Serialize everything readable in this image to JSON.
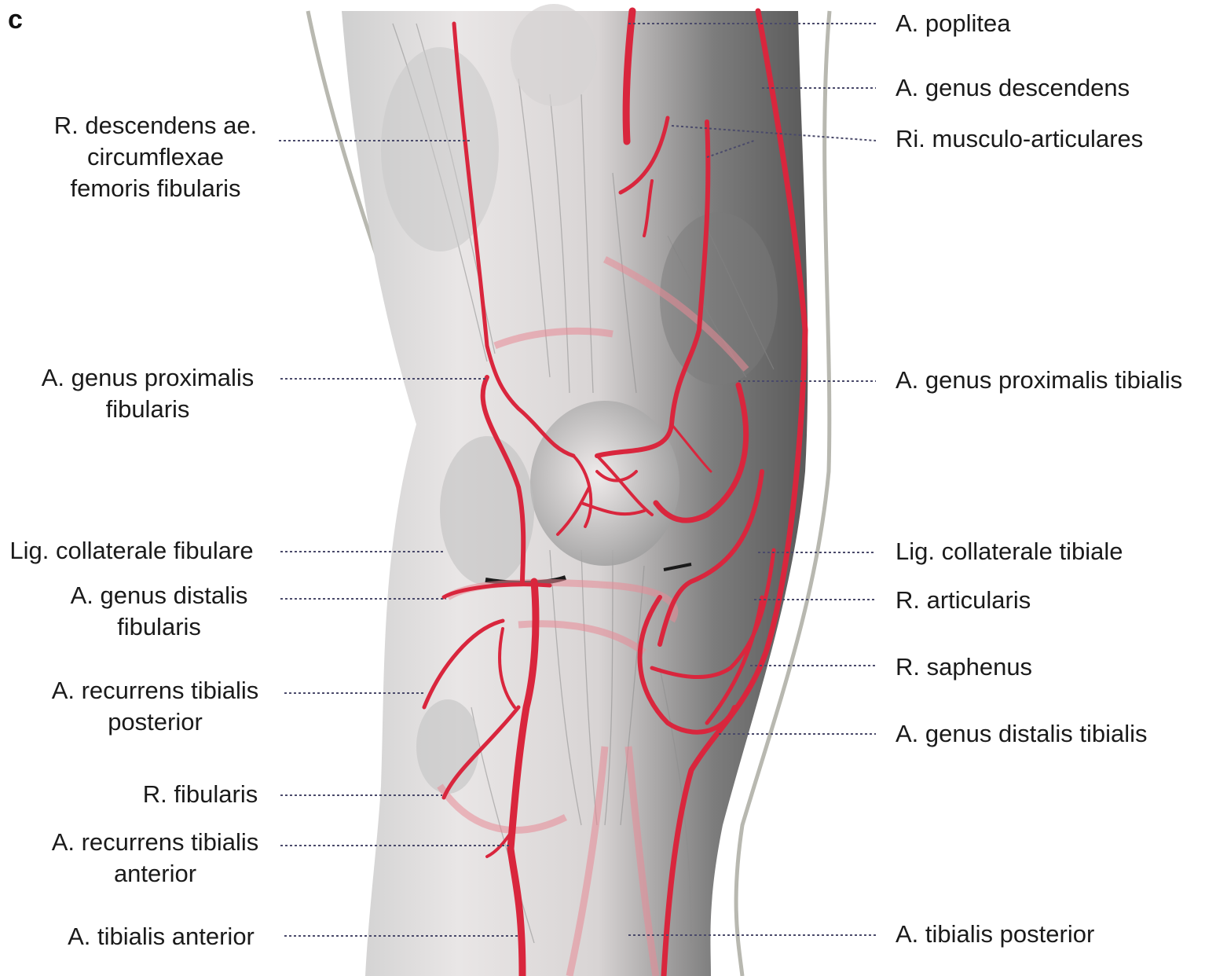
{
  "figure": {
    "panel_letter": "c",
    "colors": {
      "artery": "#d9263d",
      "artery_faint": "#e88a96",
      "muscle_dark": "#6f6f6f",
      "muscle_light": "#d9d9d9",
      "leader": "#4a4a6a",
      "outline": "#b8b8b0"
    }
  },
  "labels_left": [
    {
      "id": "r-descendens",
      "lines": [
        "R. descendens ae.",
        "circumflexae",
        "femoris fibularis"
      ]
    },
    {
      "id": "a-genus-proximalis-fibularis",
      "lines": [
        "A. genus proximalis",
        "fibularis"
      ]
    },
    {
      "id": "lig-collaterale-fibulare",
      "lines": [
        "Lig. collaterale fibulare"
      ]
    },
    {
      "id": "a-genus-distalis-fibularis",
      "lines": [
        "A. genus distalis",
        "fibularis"
      ]
    },
    {
      "id": "a-recurrens-tibialis-posterior",
      "lines": [
        "A. recurrens tibialis",
        "posterior"
      ]
    },
    {
      "id": "r-fibularis",
      "lines": [
        "R. fibularis"
      ]
    },
    {
      "id": "a-recurrens-tibialis-anterior",
      "lines": [
        "A. recurrens tibialis",
        "anterior"
      ]
    },
    {
      "id": "a-tibialis-anterior",
      "lines": [
        "A. tibialis anterior"
      ]
    }
  ],
  "labels_right": [
    {
      "id": "a-poplitea",
      "lines": [
        "A. poplitea"
      ]
    },
    {
      "id": "a-genus-descendens",
      "lines": [
        "A. genus descendens"
      ]
    },
    {
      "id": "ri-musculo-articulares",
      "lines": [
        "Ri. musculo-articulares"
      ]
    },
    {
      "id": "a-genus-proximalis-tibialis",
      "lines": [
        "A. genus proximalis tibialis"
      ]
    },
    {
      "id": "lig-collaterale-tibiale",
      "lines": [
        "Lig. collaterale tibiale"
      ]
    },
    {
      "id": "r-articularis",
      "lines": [
        "R. articularis"
      ]
    },
    {
      "id": "r-saphenus",
      "lines": [
        "R. saphenus"
      ]
    },
    {
      "id": "a-genus-distalis-tibialis",
      "lines": [
        "A. genus distalis tibialis"
      ]
    },
    {
      "id": "a-tibialis-posterior",
      "lines": [
        "A. tibialis posterior"
      ]
    }
  ]
}
